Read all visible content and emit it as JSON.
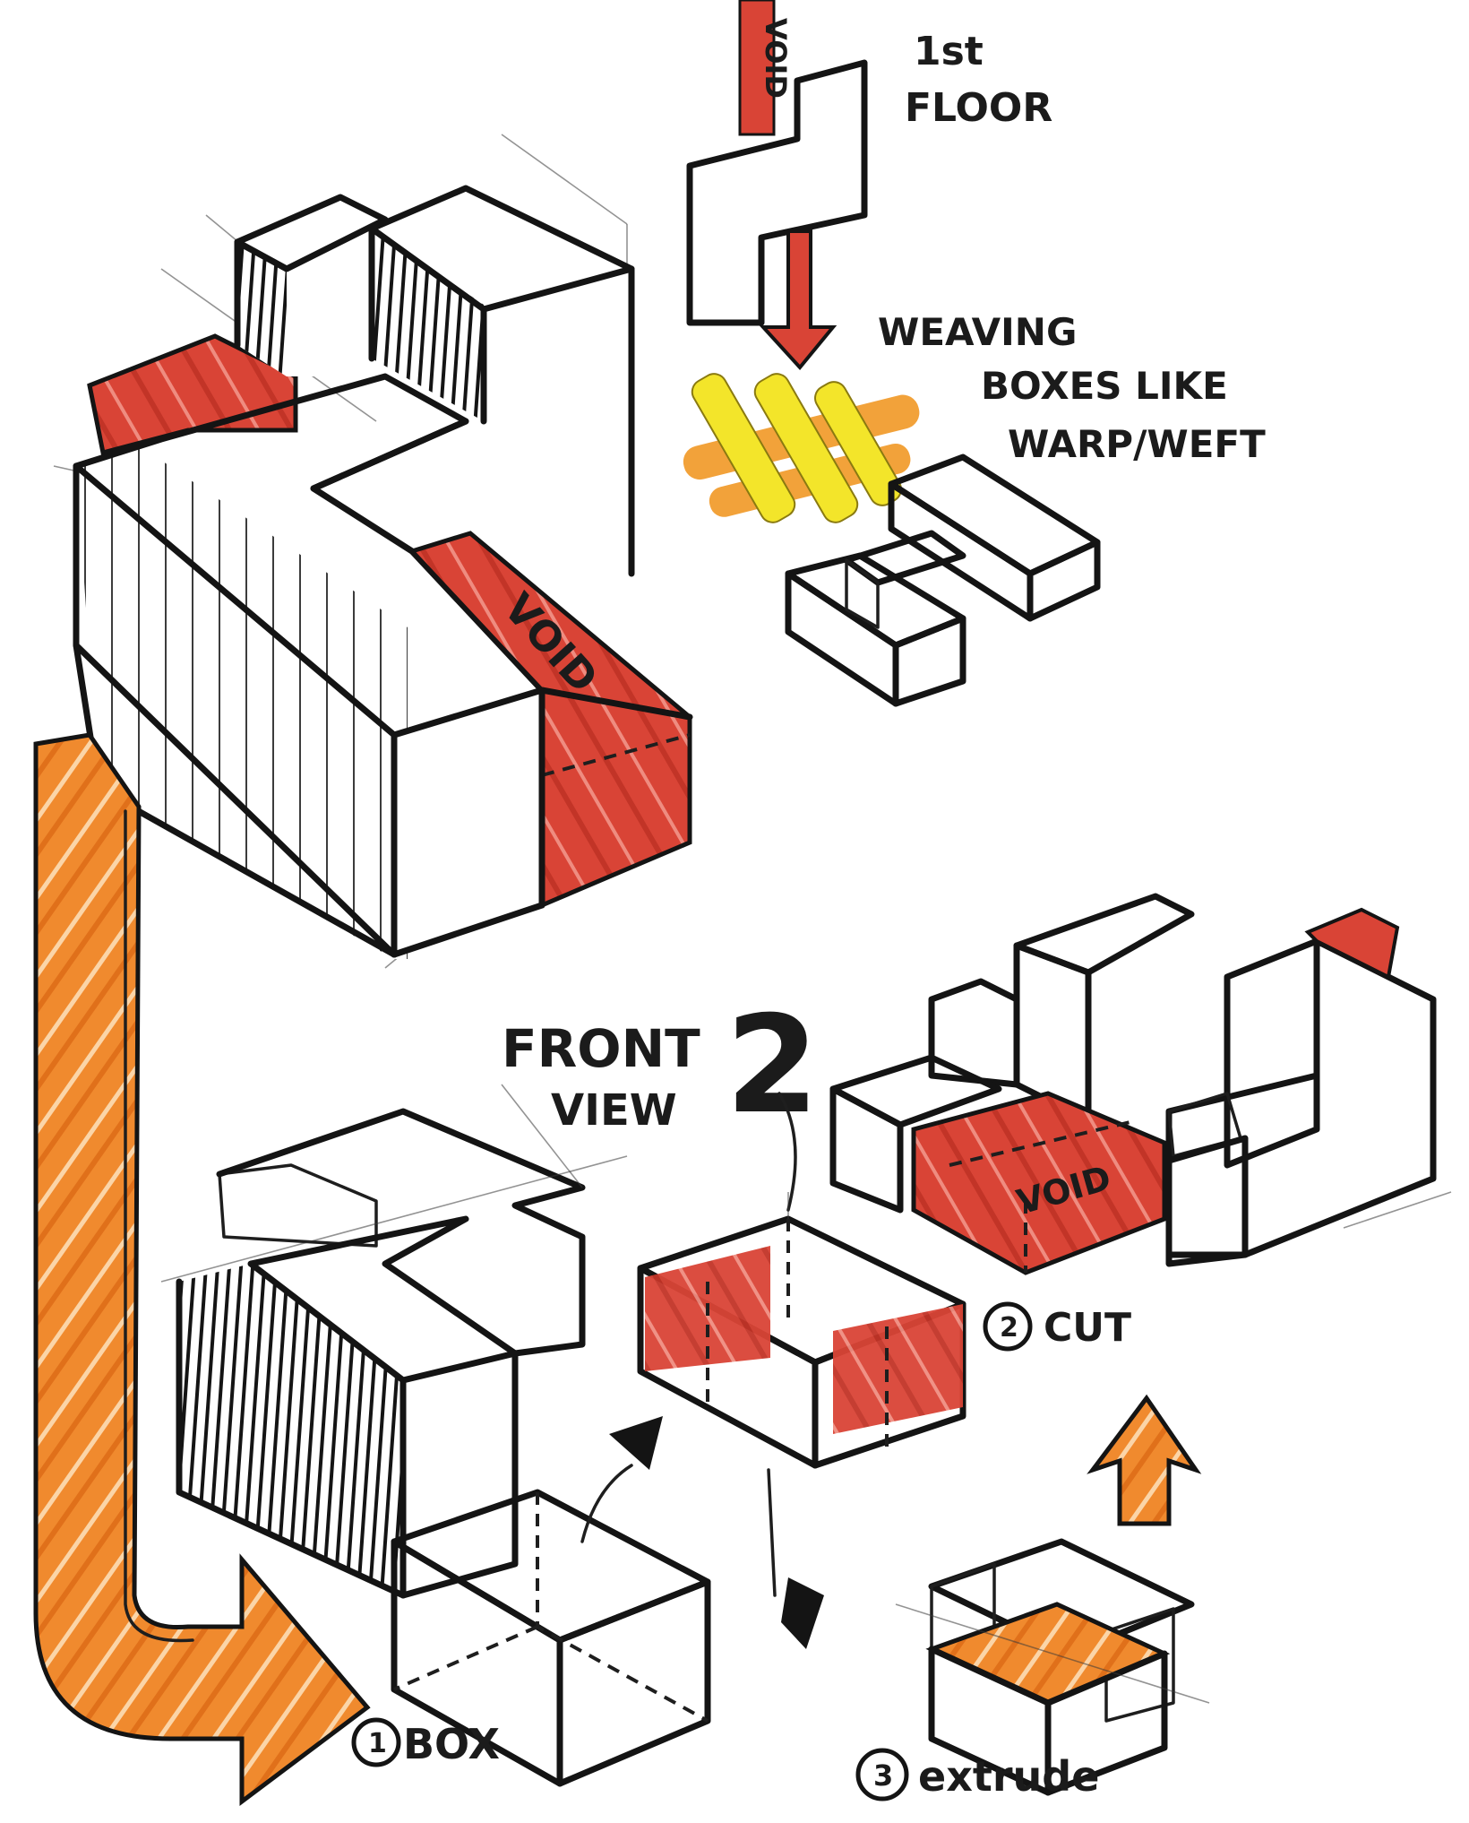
{
  "colors": {
    "ink": "#141414",
    "void_red": "#d94436",
    "arrow_orange": "#f08a2e",
    "weave_yellow": "#f3e52a",
    "weave_orange": "#f2a23a",
    "paper": "#ffffff"
  },
  "labels": {
    "first_floor": [
      "1st",
      "FLOOR"
    ],
    "void_top": "VOID",
    "void_main": "VOID",
    "void_right": "VOID",
    "weaving": [
      "WEAVING",
      "BOXES LIKE",
      "WARP/WEFT"
    ],
    "front_view": [
      "FRONT",
      "VIEW"
    ],
    "front_view_number": "2",
    "step_box_num": "1",
    "step_box_label": "BOX",
    "step_cut_num": "2",
    "step_cut_label": "CUT",
    "step_extrude_num": "3",
    "step_extrude_label": "extrude"
  }
}
